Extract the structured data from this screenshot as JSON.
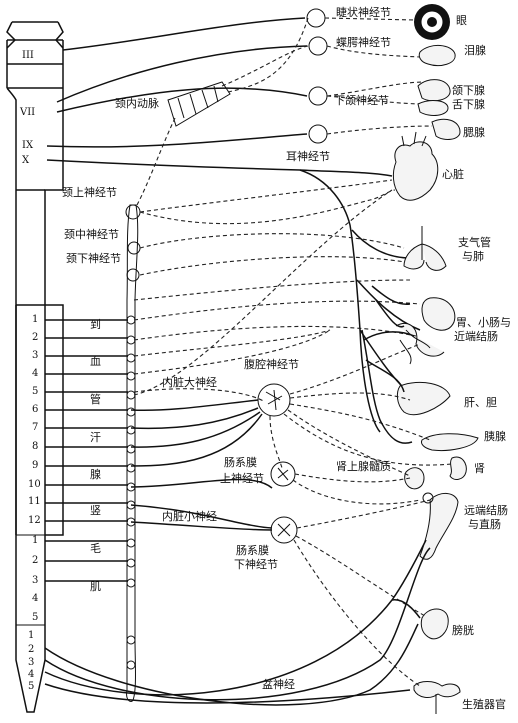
{
  "cranial": {
    "III": "III",
    "VII": "VII",
    "IX": "IX",
    "X": "X"
  },
  "thoracic": [
    "1",
    "2",
    "3",
    "4",
    "5",
    "6",
    "7",
    "8",
    "9",
    "10",
    "11",
    "12"
  ],
  "lumbar": [
    "1",
    "2",
    "3",
    "4",
    "5"
  ],
  "sacral": [
    "1",
    "2",
    "3",
    "4",
    "5"
  ],
  "cord_words": [
    "到",
    "血",
    "管",
    "汗",
    "腺",
    "竖",
    "毛",
    "肌"
  ],
  "ganglia": {
    "ciliary": "睫状神经节",
    "pterygopalatine": "蝶腭神经节",
    "submandibular": "下颌神经节",
    "otic": "耳神经节",
    "superior_cervical": "颈上神经节",
    "middle_cervical": "颈中神经节",
    "inferior_cervical": "颈下神经节",
    "celiac": "腹腔神经节",
    "superior_mesenteric_l1": "肠系膜",
    "superior_mesenteric_l2": "上神经节",
    "inferior_mesenteric_l1": "肠系膜",
    "inferior_mesenteric_l2": "下神经节"
  },
  "nerves": {
    "internal_carotid": "颈内动脉",
    "greater_splanchnic": "内脏大神经",
    "lesser_splanchnic": "内脏小神经",
    "pelvic": "盆神经",
    "adrenal_medulla": "肾上腺髓质"
  },
  "organs": {
    "eye": "眼",
    "lacrimal": "泪腺",
    "submandibular_gland": "颌下腺",
    "sublingual_gland": "舌下腺",
    "parotid": "腮腺",
    "heart": "心脏",
    "lung_l1": "支气管",
    "lung_l2": "与肺",
    "gut_l1": "胃、小肠与",
    "gut_l2": "近端结肠",
    "liver": "肝、胆",
    "pancreas": "胰腺",
    "kidney": "肾",
    "colon_l1": "远端结肠",
    "colon_l2": "与直肠",
    "bladder": "膀胱",
    "genital": "生殖器官"
  }
}
